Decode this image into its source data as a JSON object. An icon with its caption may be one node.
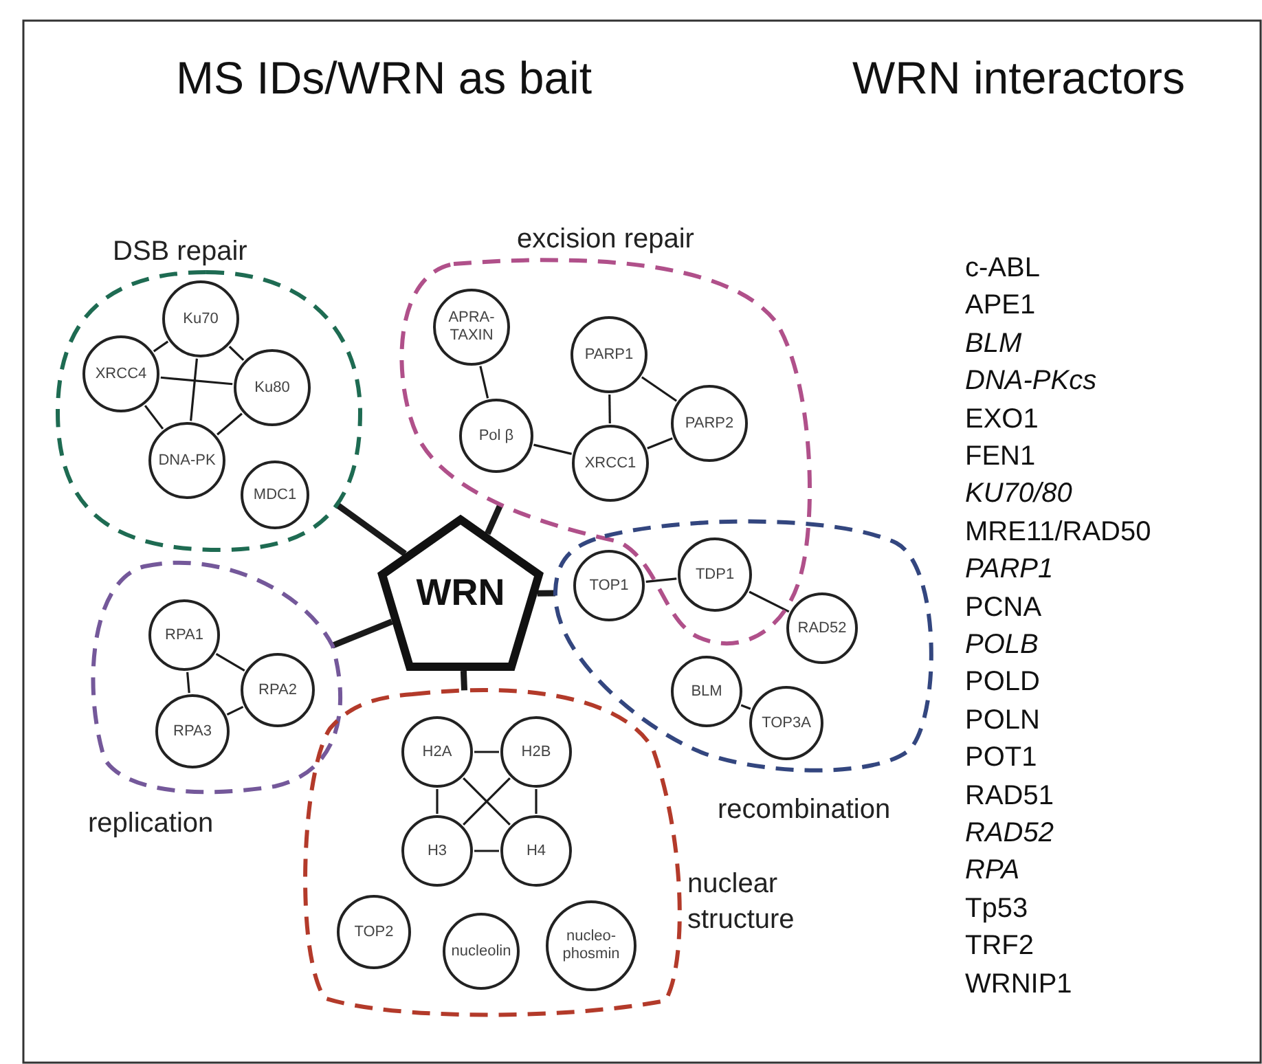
{
  "diagram": {
    "nodes": [
      {
        "text": [
          "DSB repair"
        ]
      },
      {
        "text": [
          "Ku70"
        ],
        "in": 0
      },
      {
        "text": [
          "XRCC4"
        ],
        "in": 0
      },
      {
        "text": [
          "Ku80"
        ],
        "in": 0
      },
      {
        "text": [
          "DNA-PK"
        ],
        "in": 0
      },
      {
        "text": [
          "MDC1"
        ],
        "in": 0
      },
      {
        "text": [
          "excision repair"
        ]
      },
      {
        "text": [
          "APRA- TAXIN"
        ],
        "in": 6
      },
      {
        "text": [
          "PARP1"
        ],
        "in": 6
      },
      {
        "text": [
          "Pol β"
        ],
        "in": 6
      },
      {
        "text": [
          "XRCC1"
        ],
        "in": 6
      },
      {
        "text": [
          "PARP2"
        ],
        "in": 6
      },
      {
        "text": [
          "WRN"
        ]
      },
      {
        "text": [
          "recombination"
        ]
      },
      {
        "text": [
          "TOP1"
        ],
        "in": 13
      },
      {
        "text": [
          "TDP1"
        ]
      },
      {
        "text": [
          "RAD52"
        ],
        "in": 13
      },
      {
        "text": [
          "BLM"
        ],
        "in": 13
      },
      {
        "text": [
          "TOP3A"
        ],
        "in": 13
      },
      {
        "text": [
          "replication"
        ]
      },
      {
        "text": [
          "RPA1"
        ],
        "in": 19
      },
      {
        "text": [
          "RPA2"
        ],
        "in": 19
      },
      {
        "text": [
          "RPA3"
        ],
        "in": 19
      },
      {
        "text": [
          "nuclear structure"
        ]
      },
      {
        "text": [
          "H2A"
        ],
        "in": 23
      },
      {
        "text": [
          "H2B"
        ],
        "in": 23
      },
      {
        "text": [
          "H3"
        ],
        "in": 23
      },
      {
        "text": [
          "H4"
        ],
        "in": 23
      },
      {
        "text": [
          "TOP2"
        ],
        "in": 23
      },
      {
        "text": [
          "nucleolin"
        ],
        "in": 23
      },
      {
        "text": [
          "nucleo- phosmin"
        ],
        "in": 23
      }
    ],
    "edges": [
      {
        "from": 1,
        "to": 2,
        "arrow": "none"
      },
      {
        "from": 1,
        "to": 3,
        "arrow": "none"
      },
      {
        "from": 1,
        "to": 4,
        "arrow": "none"
      },
      {
        "from": 2,
        "to": 3,
        "arrow": "none"
      },
      {
        "from": 2,
        "to": 4,
        "arrow": "none"
      },
      {
        "from": 3,
        "to": 4,
        "arrow": "none"
      },
      {
        "from": 7,
        "to": 9,
        "arrow": "none"
      },
      {
        "from": 9,
        "to": 10,
        "arrow": "none"
      },
      {
        "from": 8,
        "to": 10,
        "arrow": "none"
      },
      {
        "from": 8,
        "to": 11,
        "arrow": "none"
      },
      {
        "from": 10,
        "to": 11,
        "arrow": "none"
      },
      {
        "from": 12,
        "to": 0,
        "arrow": "none",
        "style": "thick"
      },
      {
        "from": 12,
        "to": 6,
        "arrow": "none",
        "style": "thick"
      },
      {
        "from": 12,
        "to": 13,
        "arrow": "none",
        "style": "thick"
      },
      {
        "from": 12,
        "to": 19,
        "arrow": "none",
        "style": "thick"
      },
      {
        "from": 12,
        "to": 23,
        "arrow": "none",
        "style": "thick"
      },
      {
        "from": 14,
        "to": 15,
        "arrow": "none"
      },
      {
        "from": 15,
        "to": 16,
        "arrow": "none"
      },
      {
        "from": 17,
        "to": 18,
        "arrow": "none"
      },
      {
        "from": 20,
        "to": 21,
        "arrow": "none"
      },
      {
        "from": 20,
        "to": 22,
        "arrow": "none"
      },
      {
        "from": 22,
        "to": 21,
        "arrow": "none"
      },
      {
        "from": 24,
        "to": 25,
        "arrow": "none"
      },
      {
        "from": 24,
        "to": 26,
        "arrow": "none"
      },
      {
        "from": 24,
        "to": 27,
        "arrow": "none"
      },
      {
        "from": 25,
        "to": 26,
        "arrow": "none"
      },
      {
        "from": 25,
        "to": 27,
        "arrow": "none"
      },
      {
        "from": 26,
        "to": 27,
        "arrow": "none"
      }
    ],
    "labels": [
      "MS IDs/WRN as bait",
      "WRN interactors",
      "c-ABL",
      "APE1",
      "BLM",
      "DNA-PKcs",
      "EXO1",
      "FEN1",
      "KU70/80",
      "MRE11/RAD50",
      "PARP1",
      "PCNA",
      "POLB",
      "POLD",
      "POLN",
      "POT1",
      "RAD51",
      "RAD52",
      "RPA",
      "Tp53",
      "TRF2",
      "WRNIP1"
    ]
  }
}
